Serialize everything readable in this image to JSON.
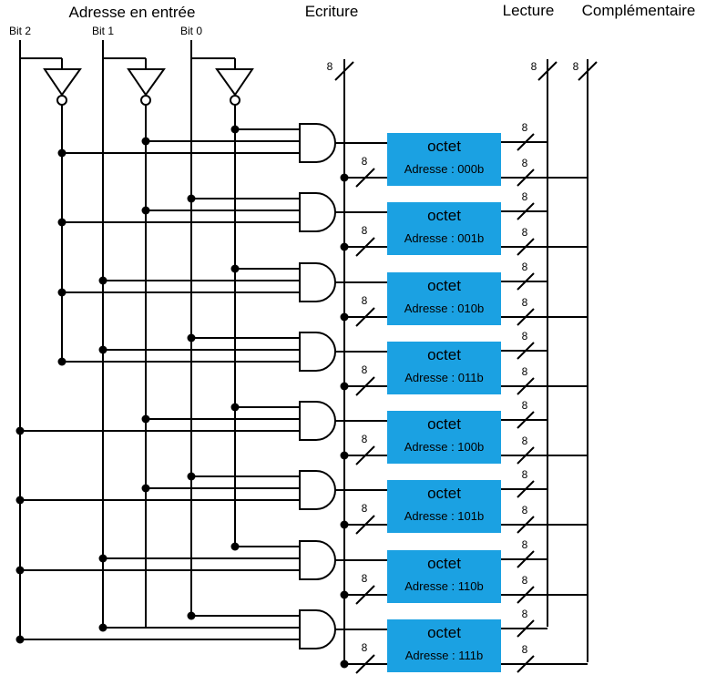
{
  "headers": {
    "address_input": "Adresse en entrée",
    "write": "Ecriture",
    "read": "Lecture",
    "complement": "Complémentaire"
  },
  "bits": [
    "Bit 2",
    "Bit 1",
    "Bit 0"
  ],
  "bus_width": "8",
  "octets": [
    {
      "title": "octet",
      "address": "Adresse : 000b"
    },
    {
      "title": "octet",
      "address": "Adresse : 001b"
    },
    {
      "title": "octet",
      "address": "Adresse : 010b"
    },
    {
      "title": "octet",
      "address": "Adresse : 011b"
    },
    {
      "title": "octet",
      "address": "Adresse : 100b"
    },
    {
      "title": "octet",
      "address": "Adresse : 101b"
    },
    {
      "title": "octet",
      "address": "Adresse : 110b"
    },
    {
      "title": "octet",
      "address": "Adresse : 111b"
    }
  ],
  "colors": {
    "octet_box": "#1ba1e2",
    "wire": "#000000"
  }
}
